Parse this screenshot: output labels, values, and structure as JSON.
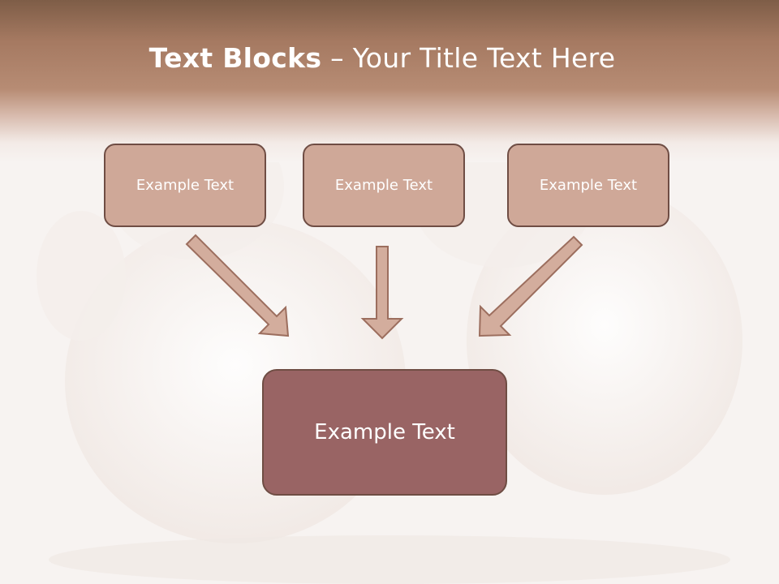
{
  "slide": {
    "title_bold": "Text Blocks",
    "title_sep": " – ",
    "title_rest": "Your Title Text Here"
  },
  "blocks": {
    "top": [
      "Example Text",
      "Example Text",
      "Example Text"
    ],
    "main": "Example Text"
  },
  "colors": {
    "header_top": "#7e5d47",
    "header_mid": "#b78c74",
    "top_box_fill": "#cfa898",
    "main_box_fill": "#996464",
    "border": "#6f4d44",
    "arrow_fill": "#d3ad9d"
  },
  "icons": [
    "arrow-down-right-icon",
    "arrow-down-icon",
    "arrow-down-left-icon"
  ]
}
